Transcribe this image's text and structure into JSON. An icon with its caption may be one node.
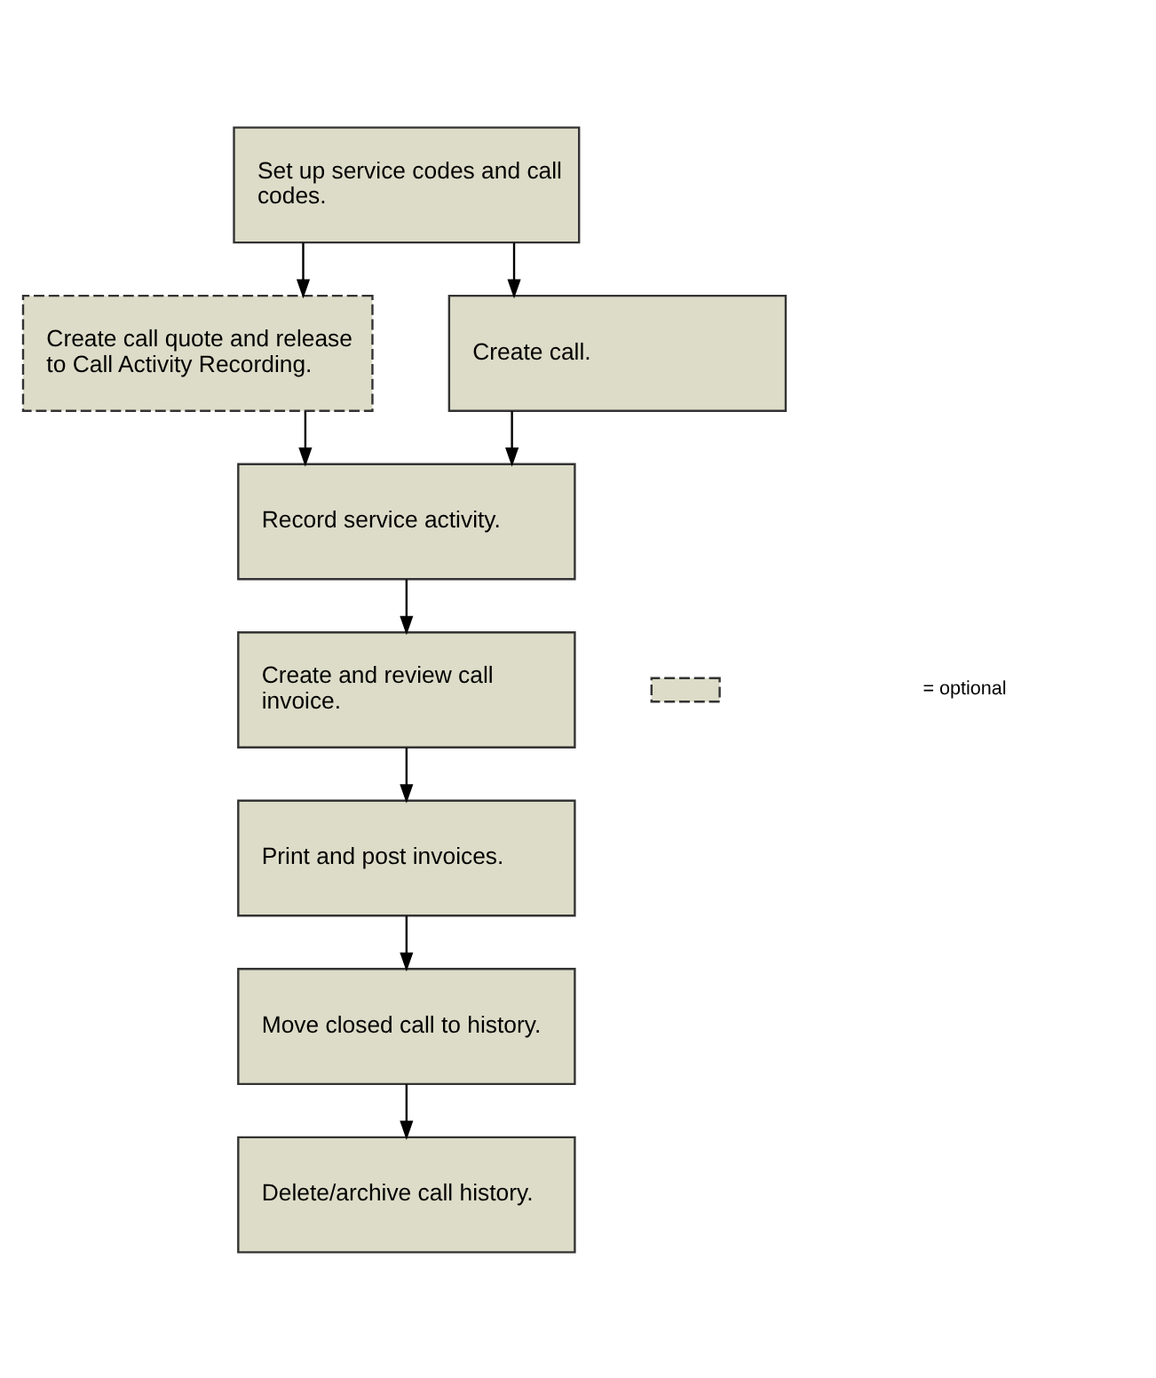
{
  "diagram": {
    "nodes": [
      {
        "text": [
          "Set up service codes and call codes."
        ]
      },
      {
        "text": [
          "Create call quote and release to Call Activity Recording."
        ]
      },
      {
        "text": [
          "Create call."
        ]
      },
      {
        "text": [
          "Record service activity."
        ]
      },
      {
        "text": [
          "Create and review call invoice."
        ]
      },
      {
        "text": [
          "Print and post invoices."
        ]
      },
      {
        "text": [
          "Move closed call to history."
        ]
      },
      {
        "text": [
          "Delete/archive call history."
        ]
      }
    ],
    "edges": [
      {
        "from": 0,
        "to": 1,
        "arrow": "to"
      },
      {
        "from": 0,
        "to": 2,
        "arrow": "to"
      },
      {
        "from": 1,
        "to": 3,
        "arrow": "to"
      },
      {
        "from": 2,
        "to": 3,
        "arrow": "to"
      },
      {
        "from": 3,
        "to": 4,
        "arrow": "to"
      },
      {
        "from": 4,
        "to": 5,
        "arrow": "to"
      },
      {
        "from": 5,
        "to": 6,
        "arrow": "to"
      },
      {
        "from": 6,
        "to": 7,
        "arrow": "to"
      }
    ],
    "legend": [
      {
        "text": "= optional"
      }
    ]
  }
}
